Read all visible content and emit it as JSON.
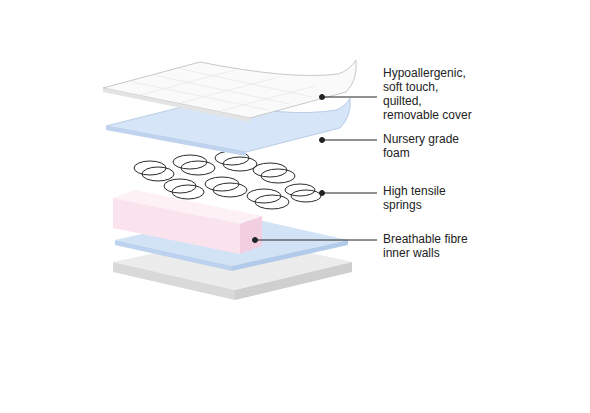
{
  "diagram": {
    "labels": [
      "Hypoallergenic, soft touch, quilted, removable cover",
      "Nursery grade foam",
      "High tensile springs",
      "Breathable fibre inner walls"
    ]
  }
}
